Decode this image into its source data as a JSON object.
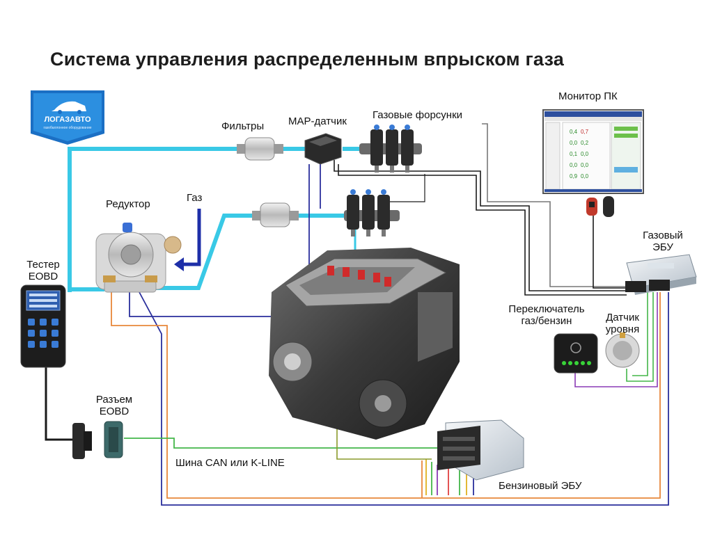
{
  "title": "Система управления распределенным впрыском газа",
  "logo": {
    "text": "ЛОГАЗАВТО",
    "subtext": "газобаллонное оборудование",
    "icon": "car-logo-icon"
  },
  "labels": {
    "filters": "Фильтры",
    "map_sensor": "MAP-датчик",
    "gas_injectors": "Газовые форсунки",
    "pc_monitor": "Монитор ПК",
    "reducer": "Редуктор",
    "gas": "Газ",
    "tester_line1": "Тестер",
    "tester_line2": "EOBD",
    "gas_ecu_line1": "Газовый",
    "gas_ecu_line2": "ЭБУ",
    "switch_line1": "Переключатель",
    "switch_line2": "газ/бензин",
    "level_sensor_line1": "Датчик",
    "level_sensor_line2": "уровня",
    "eobd_connector_line1": "Разъем",
    "eobd_connector_line2": "EOBD",
    "can_bus": "Шина CAN или K-LINE",
    "petrol_ecu": "Бензиновый ЭБУ"
  },
  "colors": {
    "gas_line": "#39c9e6",
    "signal_blue": "#2a2f9c",
    "orange_wire": "#e8873a",
    "green_wire": "#43b649",
    "purple_wire": "#8a3ab5",
    "black_wire": "#1a1a1a",
    "gas_arrow": "#1e2fa8"
  },
  "monitor": {
    "readouts": [
      "0,4",
      "0,7",
      "0,0",
      "0,2",
      "0,1",
      "0,0",
      "0,0",
      "0,0",
      "0,9",
      "0,0"
    ]
  }
}
